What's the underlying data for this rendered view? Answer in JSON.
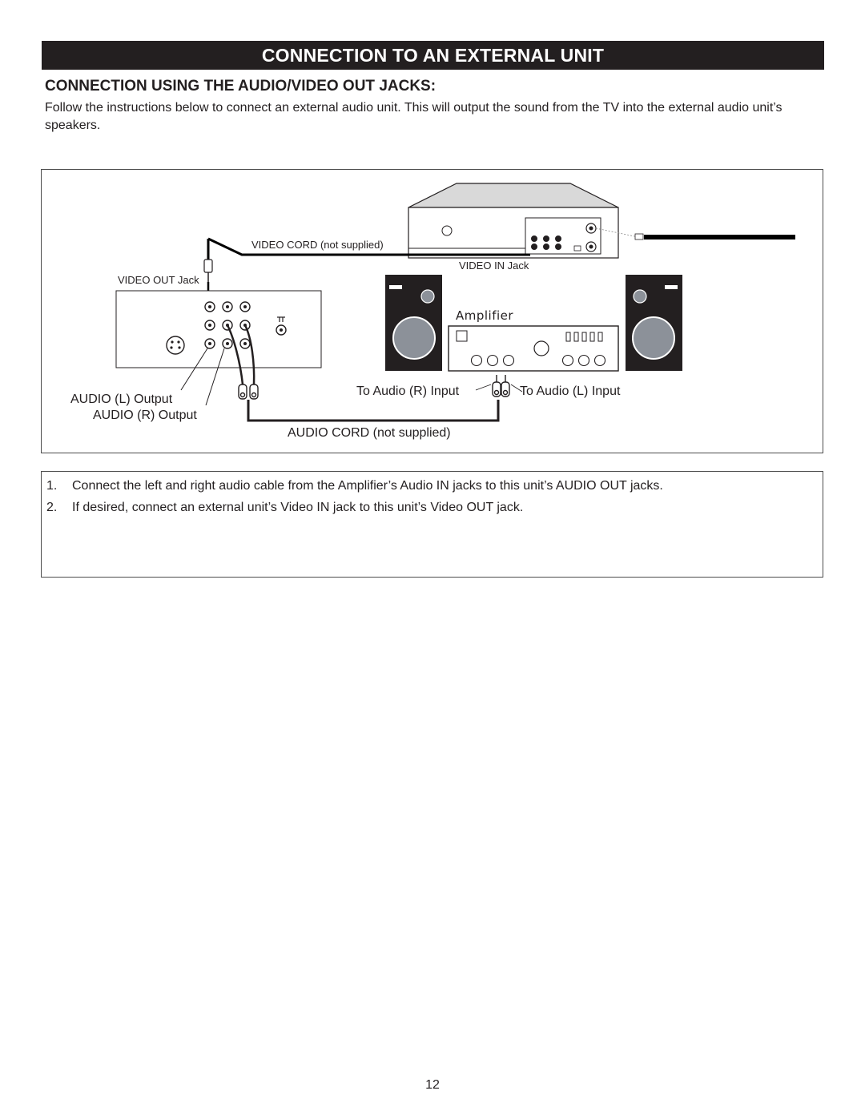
{
  "header": {
    "banner_title": "CONNECTION TO AN EXTERNAL UNIT"
  },
  "section": {
    "title": "CONNECTION USING THE AUDIO/VIDEO OUT JACKS:",
    "intro": "Follow the instructions below to connect an external audio unit. This will output the sound from the TV into the external audio unit’s speakers."
  },
  "diagram": {
    "labels": {
      "video_cord": "VIDEO CORD (not supplied)",
      "video_in_jack": "VIDEO IN Jack",
      "video_out_jack": "VIDEO OUT Jack",
      "amplifier": "Amplifier",
      "audio_l_output": "AUDIO  (L)  Output",
      "audio_r_output": "AUDIO (R) Output",
      "to_audio_r_input": "To Audio (R) Input",
      "to_audio_l_input": "To Audio (L) Input",
      "audio_cord": "AUDIO CORD (not supplied)"
    }
  },
  "steps": [
    {
      "number": "1.",
      "text": "Connect the left and right audio cable from the Amplifier’s Audio IN jacks to this unit’s AUDIO OUT jacks."
    },
    {
      "number": "2.",
      "text": "If desired, connect an external unit’s Video IN jack to this unit’s Video OUT jack."
    }
  ],
  "footer": {
    "page_number": "12"
  }
}
